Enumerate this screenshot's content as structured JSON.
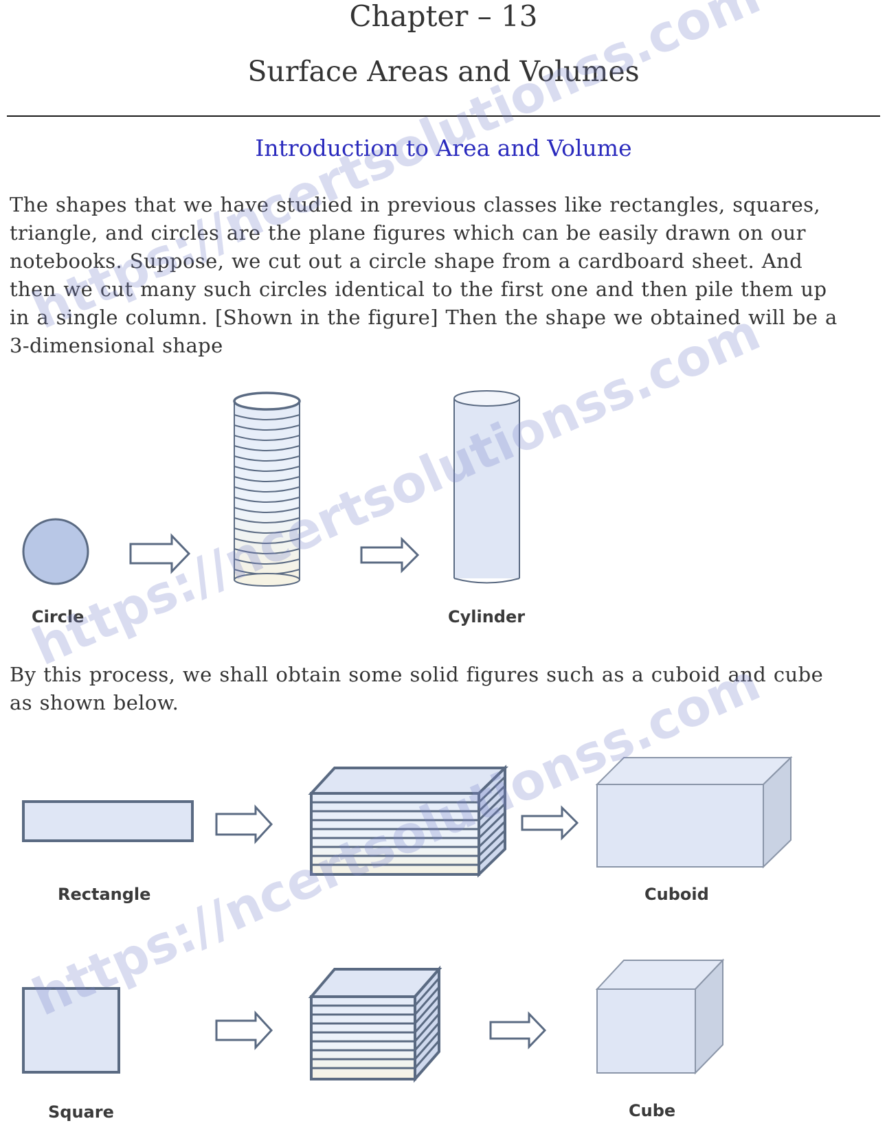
{
  "header": {
    "chapter": "Chapter – 13",
    "title": "Surface Areas and Volumes"
  },
  "section": {
    "heading": "Introduction to Area and Volume",
    "heading_color": "#2a2abd"
  },
  "paragraph1": {
    "lines": [
      "The shapes that we have studied in previous classes like rectangles, squares,",
      "triangle, and circles are the plane figures which can be easily drawn on our",
      "notebooks. Suppose, we cut out a circle shape from a cardboard sheet. And",
      "then we cut many such circles identical to the first one and then pile them up",
      "in a single column. [Shown in the figure] Then the shape we obtained will be a",
      "3-dimensional shape"
    ]
  },
  "figure1": {
    "labels": {
      "circle": "Circle",
      "cylinder": "Cylinder"
    },
    "icons": [
      "circle-shape",
      "arrow-right-icon",
      "stacked-discs-shape",
      "arrow-right-icon",
      "cylinder-shape"
    ]
  },
  "paragraph2": {
    "lines": [
      "By this process, we shall obtain some solid figures such as a cuboid and cube",
      "as shown below."
    ]
  },
  "figure2": {
    "labels": {
      "rectangle": "Rectangle",
      "cuboid": "Cuboid"
    },
    "icons": [
      "rectangle-shape",
      "arrow-right-icon",
      "stacked-rectangles-shape",
      "arrow-right-icon",
      "cuboid-shape"
    ]
  },
  "figure3": {
    "labels": {
      "square": "Square",
      "cube": "Cube"
    },
    "icons": [
      "square-shape",
      "arrow-right-icon",
      "stacked-squares-shape",
      "arrow-right-icon",
      "cube-shape"
    ]
  },
  "watermark": {
    "text": "https://ncertsolutionss.com"
  },
  "colors": {
    "shape_fill": "#dfe6f5",
    "shape_stroke": "#5a6a82",
    "circle_fill": "#b8c7e6"
  }
}
